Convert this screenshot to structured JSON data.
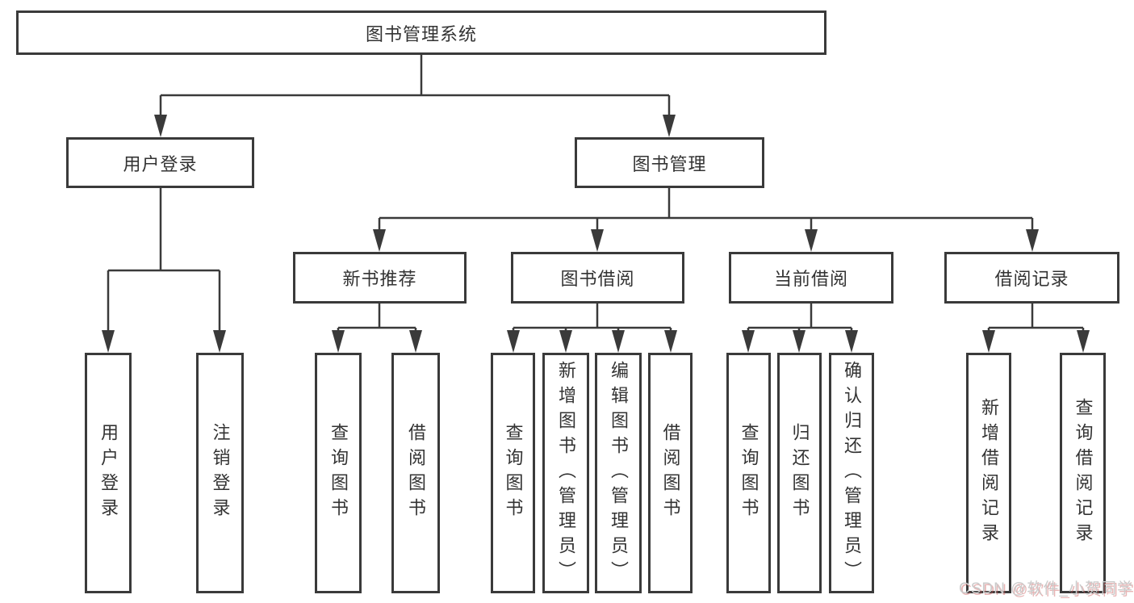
{
  "diagram_type": "hierarchy-tree",
  "colors": {
    "background": "#ffffff",
    "box_fill": "#ffffff",
    "box_border": "#3a3a3a",
    "line": "#3a3a3a",
    "text": "#333333",
    "watermark_text": "#cbcbcb",
    "watermark_shadow": "#cd5c5c"
  },
  "tree": {
    "root": "图书管理系统",
    "branches": [
      {
        "label": "用户登录",
        "children": [
          "用户登录",
          "注销登录"
        ]
      },
      {
        "label": "图书管理",
        "groups": [
          {
            "label": "新书推荐",
            "children": [
              "查询图书",
              "借阅图书"
            ]
          },
          {
            "label": "图书借阅",
            "children": [
              "查询图书",
              "新增图书（管理员）",
              "编辑图书（管理员）",
              "借阅图书"
            ]
          },
          {
            "label": "当前借阅",
            "children": [
              "查询图书",
              "归还图书",
              "确认归还（管理员）"
            ]
          },
          {
            "label": "借阅记录",
            "children": [
              "新增借阅记录",
              "查询借阅记录"
            ]
          }
        ]
      }
    ]
  },
  "watermark": "CSDN @软件_小贺同学"
}
